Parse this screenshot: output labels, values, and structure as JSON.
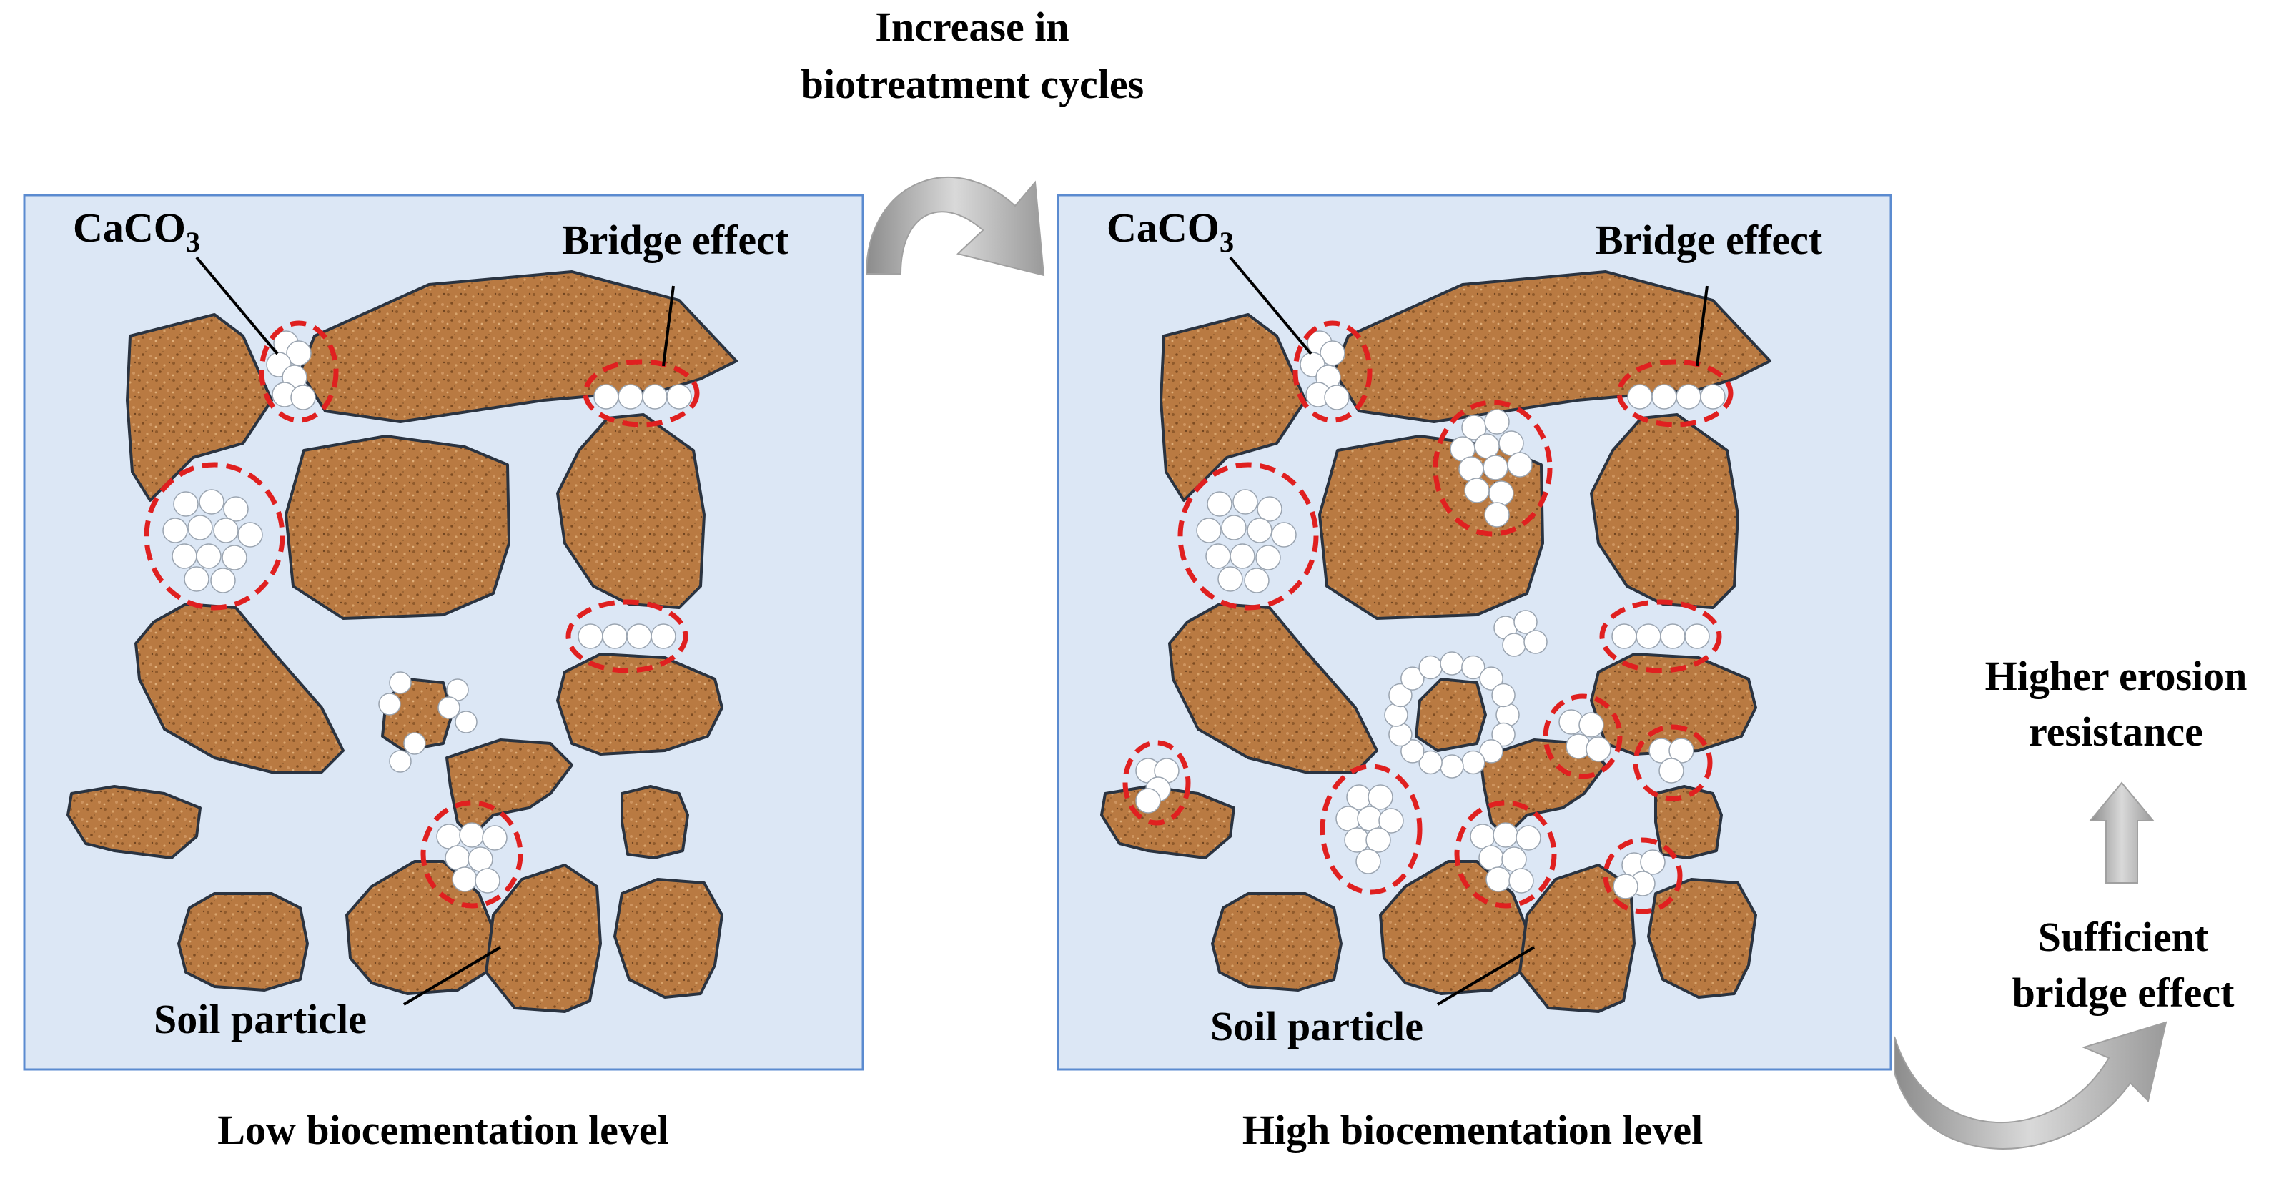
{
  "title": {
    "line1": "Increase in",
    "line2": "biotreatment cycles"
  },
  "panels": [
    {
      "id": "low",
      "caption": "Low biocementation level",
      "label_caco3_base": "CaCO",
      "label_caco3_sub": "3",
      "label_bridge": "Bridge effect",
      "label_soil": "Soil particle"
    },
    {
      "id": "high",
      "caption": "High biocementation level",
      "label_caco3_base": "CaCO",
      "label_caco3_sub": "3",
      "label_bridge": "Bridge effect",
      "label_soil": "Soil particle"
    }
  ],
  "right_side": {
    "outcome_line1": "Higher erosion",
    "outcome_line2": "resistance",
    "cause_line1": "Sufficient",
    "cause_line2": "bridge effect"
  },
  "colors": {
    "panel_fill": "#dce7f5",
    "panel_border": "#5b8bd0",
    "soil_fill": "#b97a42",
    "soil_outline": "#2a3340",
    "caco3_fill": "#ffffff",
    "highlight_circle": "#e02020",
    "arrow_fill": "#bfbfbf"
  }
}
